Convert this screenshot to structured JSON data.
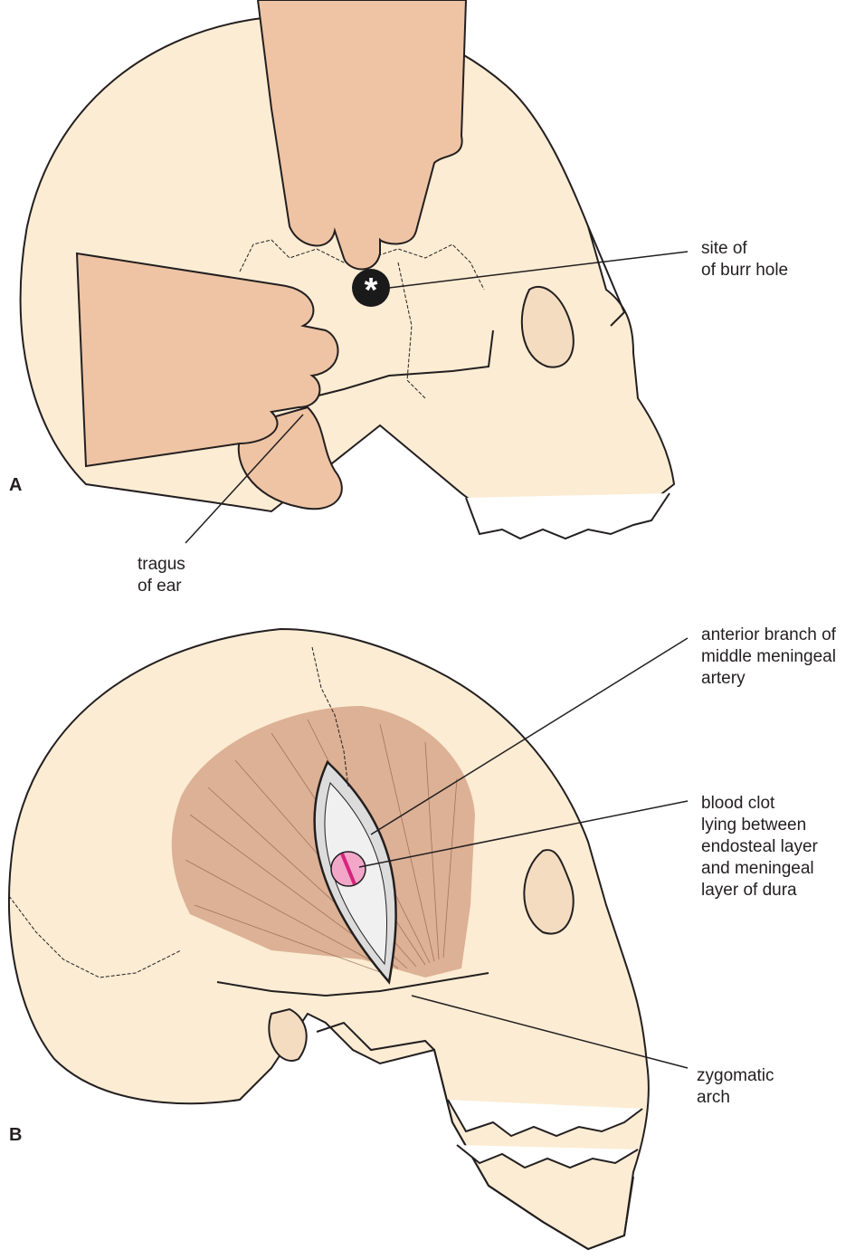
{
  "colors": {
    "bone": "#fbecd3",
    "outline": "#231f20",
    "skin": "#eec4a4",
    "skin_shadow": "#e0a98a",
    "muscle": "#c98b6c",
    "clot": "#f2a7c9",
    "artery": "#d6247c",
    "burr_hole": "#1a1a1a",
    "dura_gap": "#dcdcdc"
  },
  "panels": {
    "a": {
      "letter": "A",
      "labels": {
        "burr_hole": [
          "site of",
          "of burr hole"
        ],
        "tragus": [
          "tragus",
          "of ear"
        ]
      },
      "burr_symbol": "*"
    },
    "b": {
      "letter": "B",
      "labels": {
        "artery": [
          "anterior branch of",
          "middle meningeal",
          "artery"
        ],
        "clot": [
          "blood clot",
          "lying between",
          "endosteal layer",
          "and meningeal",
          "layer of dura"
        ],
        "zygomatic": [
          "zygomatic",
          "arch"
        ]
      }
    }
  }
}
